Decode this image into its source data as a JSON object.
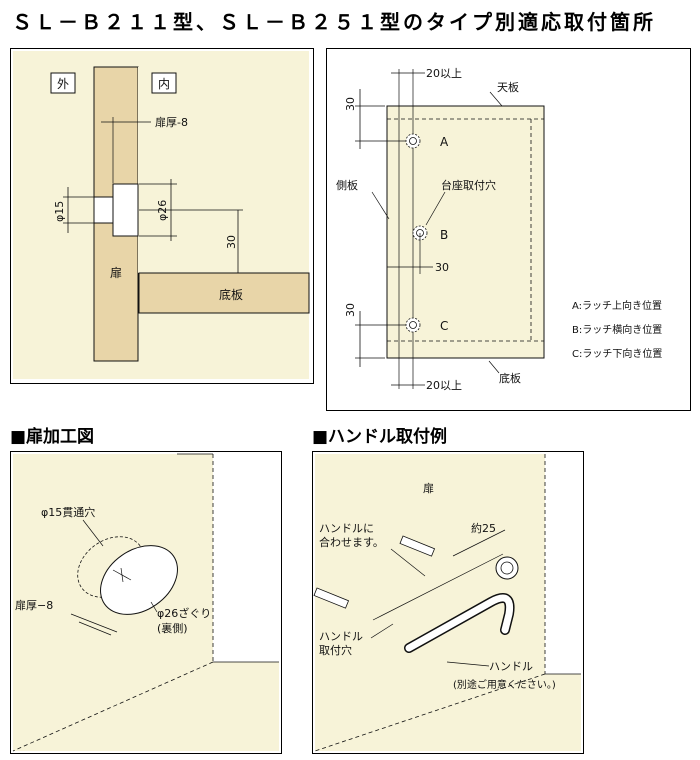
{
  "title": "ＳＬ－Ｂ２１１型、ＳＬ－Ｂ２５１型のタイプ別適応取付箇所",
  "panel1": {
    "outside": "外",
    "inside": "内",
    "door_thickness": "扉厚-8",
    "phi15": "φ15",
    "phi26": "φ26",
    "dim30": "30",
    "door": "扉",
    "bottom_board": "底板"
  },
  "panel2": {
    "dim20_top": "20以上",
    "top_board": "天板",
    "dim30_a": "30",
    "label_a": "A",
    "side_board": "側板",
    "base_hole": "台座取付穴",
    "label_b": "B",
    "dim30_b": "30",
    "dim30_c": "30",
    "label_c": "C",
    "dim20_bottom": "20以上",
    "bottom_board": "底板",
    "legend_a": "A:ラッチ上向き位置",
    "legend_b": "B:ラッチ横向き位置",
    "legend_c": "C:ラッチ下向き位置"
  },
  "section3": {
    "heading": "■扉加工図",
    "through_hole": "φ15貫通穴",
    "door_thickness": "扉厚−8",
    "counterbore": "φ26ざぐり",
    "back_side": "(裏側)"
  },
  "section4": {
    "heading": "■ハンドル取付例",
    "door": "扉",
    "align_line1": "ハンドルに",
    "align_line2": "合わせます。",
    "approx25": "約25",
    "hole_line1": "ハンドル",
    "hole_line2": "取付穴",
    "handle": "ハンドル",
    "separately": "(別途ご用意ください。)"
  },
  "colors": {
    "board": "#f7f3d8",
    "door_wood": "#e8d5a8",
    "line": "#111111"
  }
}
